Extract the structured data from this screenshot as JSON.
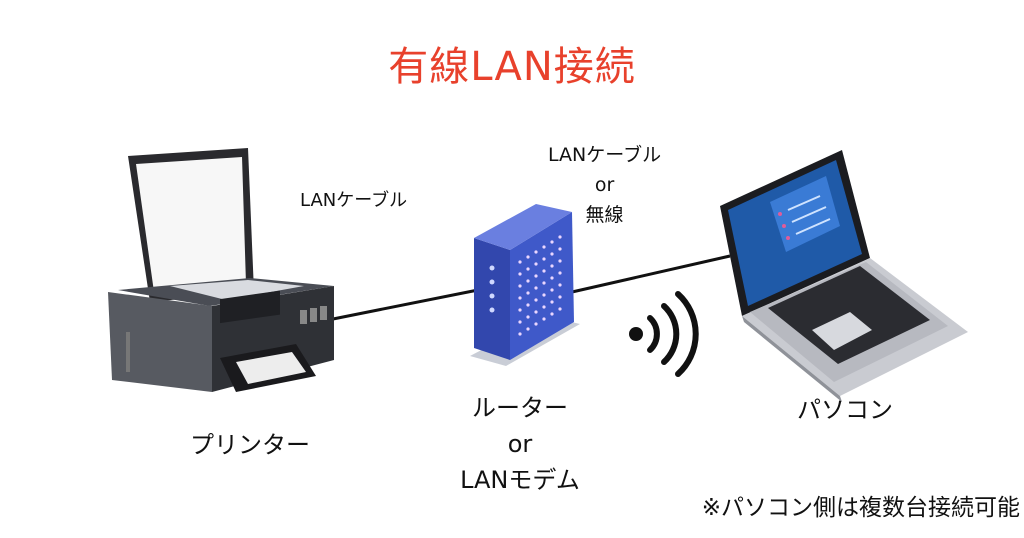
{
  "title": "有線LAN接続",
  "labels": {
    "cable_left": "LANケーブル",
    "cable_right": [
      "LANケーブル",
      "or",
      "無線"
    ],
    "router": [
      "ルーター",
      "or",
      "LANモデム"
    ],
    "printer": "プリンター",
    "pc": "パソコン",
    "note": "※パソコン側は複数台接続可能"
  },
  "colors": {
    "title": "#e8412c",
    "router": "#3f59c9",
    "router_dots": "#e9d6ff",
    "screen": "#1f5aa8"
  },
  "icons": [
    "printer-icon",
    "router-icon",
    "laptop-icon",
    "wifi-signal-icon"
  ]
}
